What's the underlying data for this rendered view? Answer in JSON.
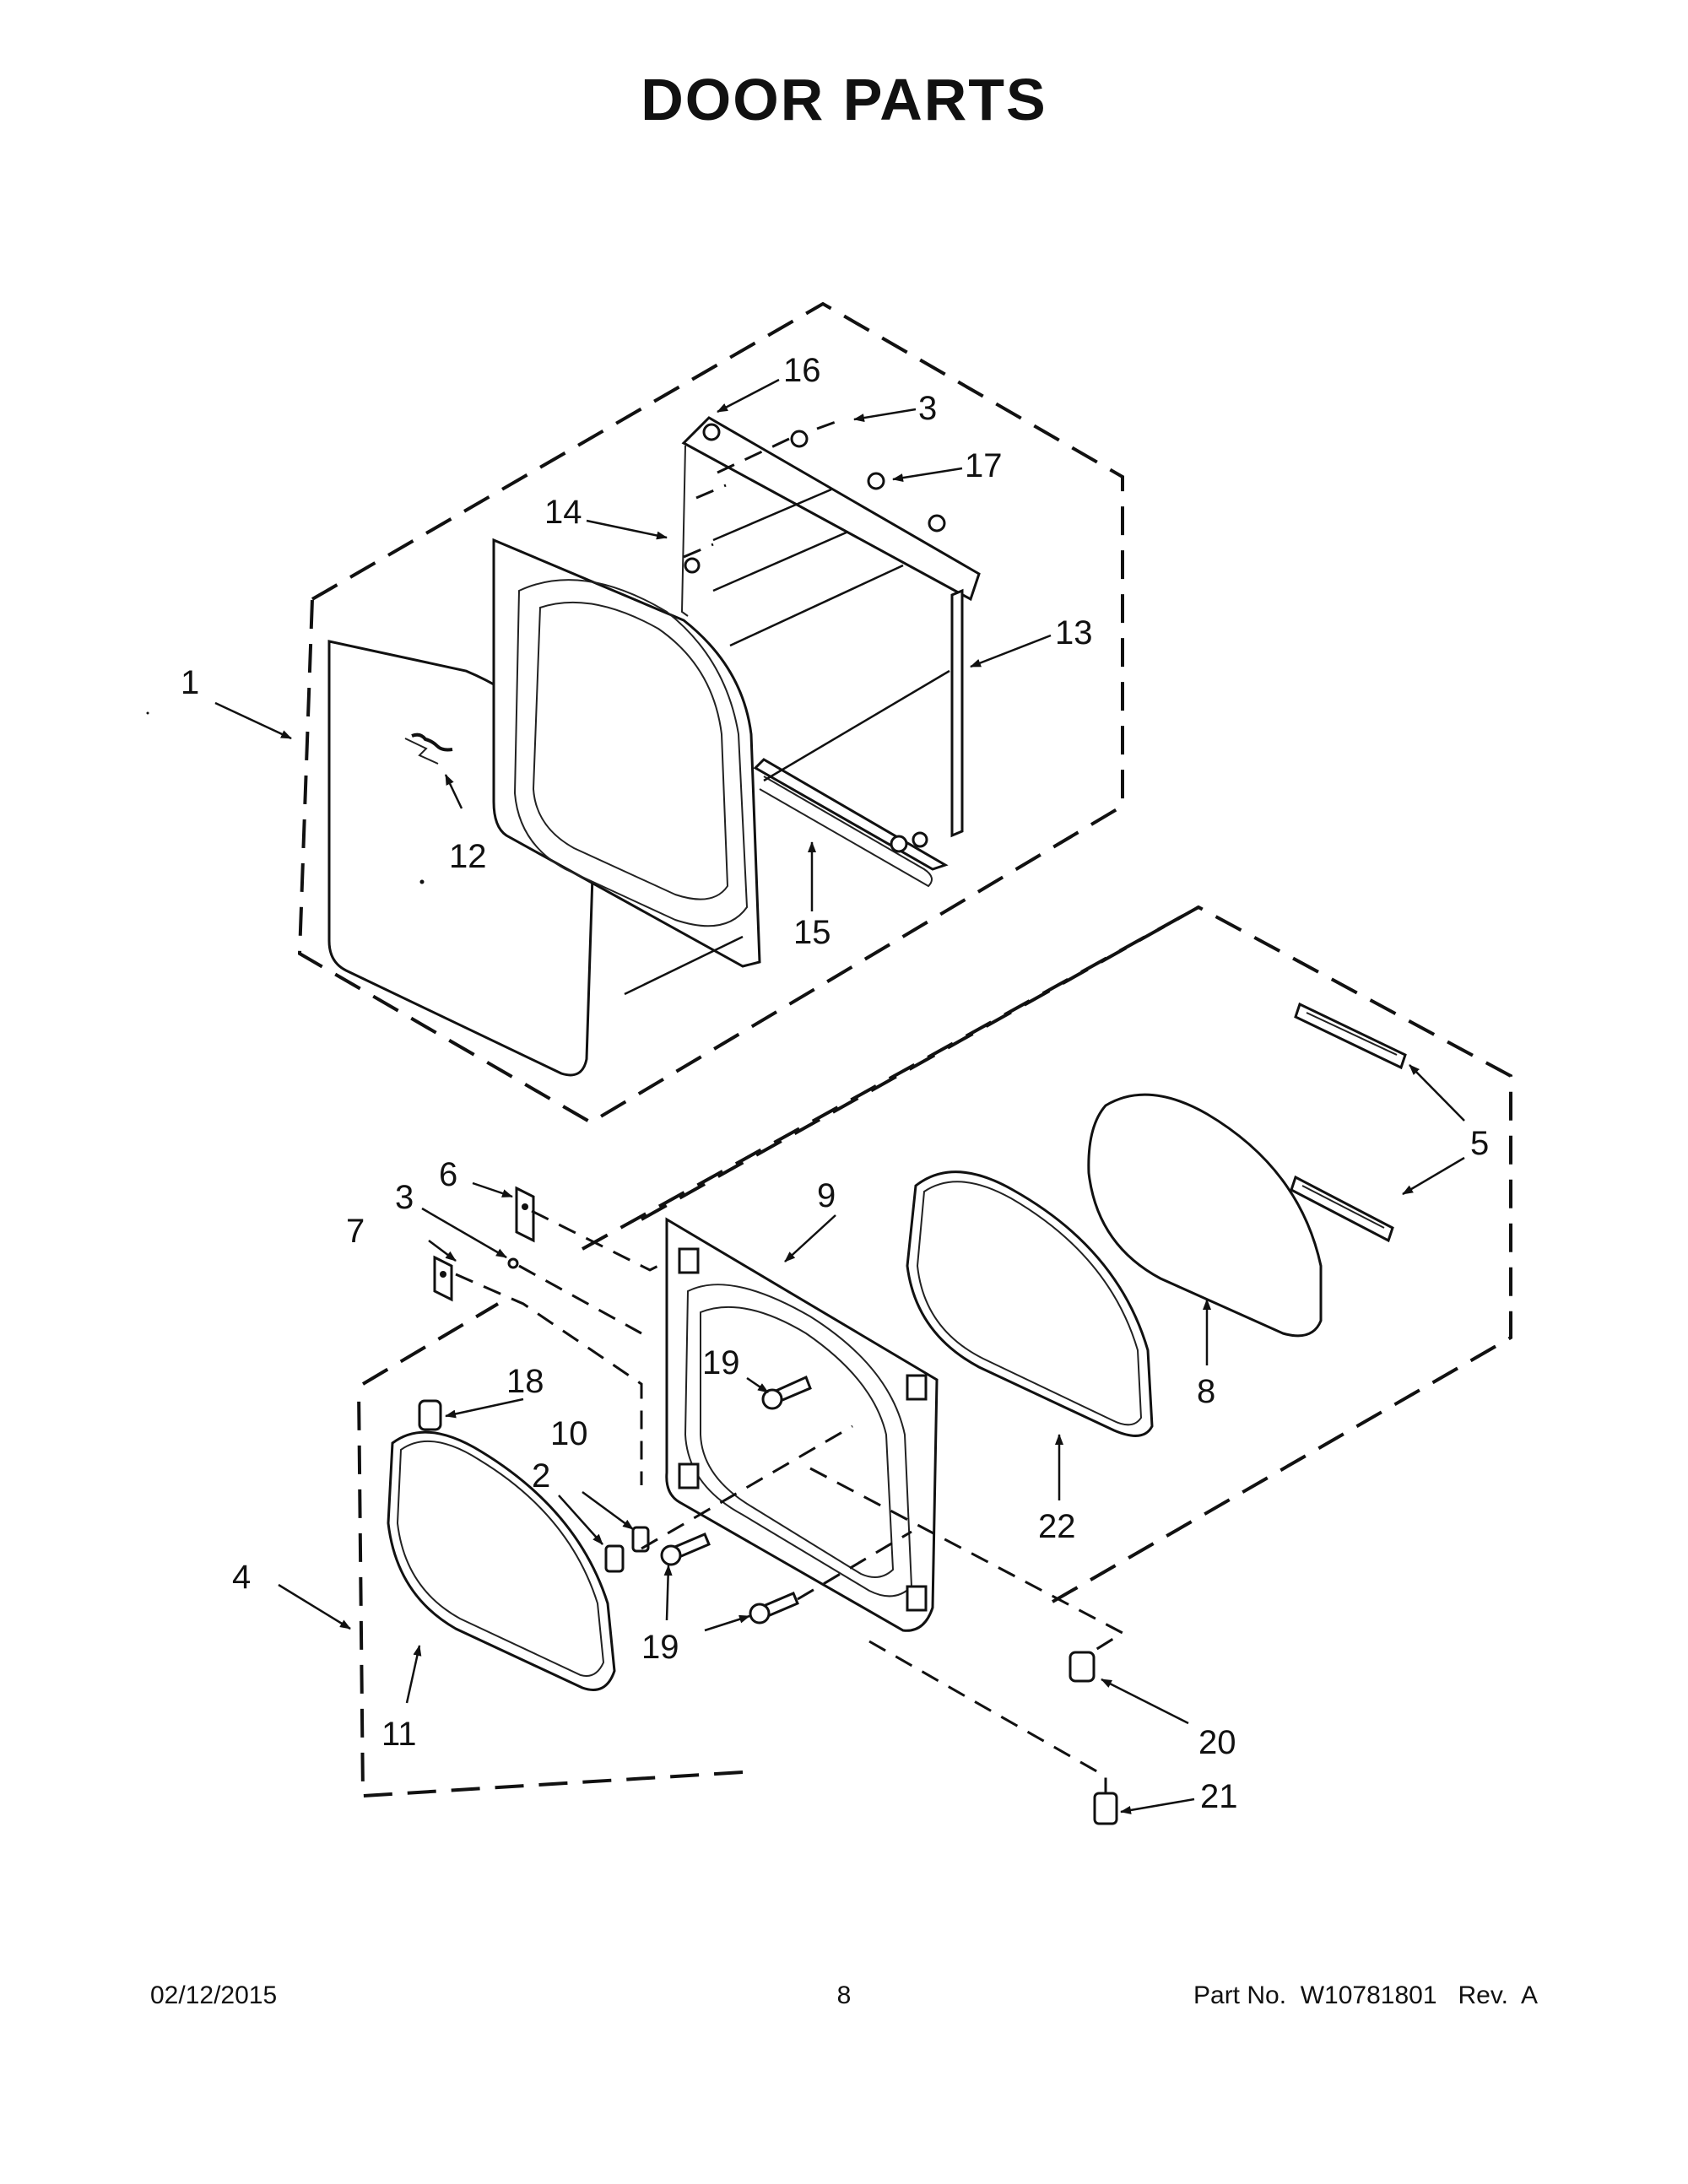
{
  "title": "DOOR PARTS",
  "callouts": {
    "c1": "1",
    "c2": "2",
    "c3a": "3",
    "c3b": "3",
    "c4": "4",
    "c5": "5",
    "c6": "6",
    "c7": "7",
    "c8": "8",
    "c9": "9",
    "c10": "10",
    "c11": "11",
    "c12": "12",
    "c13": "13",
    "c14": "14",
    "c15": "15",
    "c16": "16",
    "c17": "17",
    "c18": "18",
    "c19a": "19",
    "c19b": "19",
    "c20": "20",
    "c21": "21",
    "c22": "22"
  },
  "footer": {
    "date": "02/12/2015",
    "page": "8",
    "part_number": "Part No.  W10781801   Rev.  A"
  }
}
